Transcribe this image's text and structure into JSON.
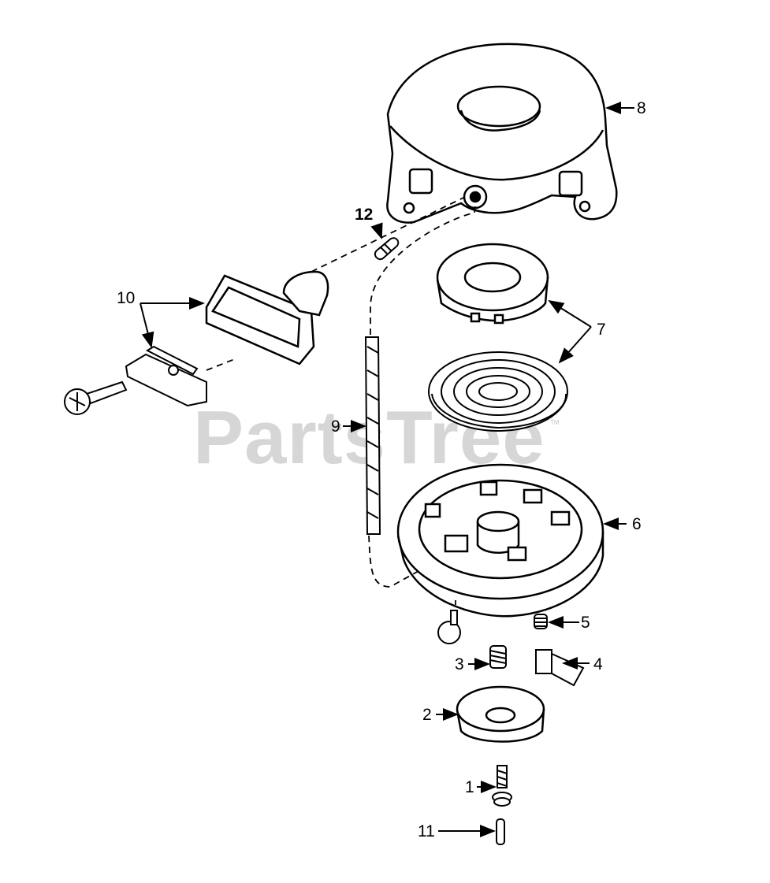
{
  "watermark": {
    "text": "PartsTree",
    "trademark": "TM"
  },
  "callouts": {
    "c1": "1",
    "c2": "2",
    "c3": "3",
    "c4": "4",
    "c5": "5",
    "c6": "6",
    "c7": "7",
    "c8": "8",
    "c9": "9",
    "c10": "10",
    "c11": "11",
    "c12": "12"
  },
  "colors": {
    "ink": "#000000",
    "watermark": "#d0d0d0",
    "background": "#ffffff"
  }
}
